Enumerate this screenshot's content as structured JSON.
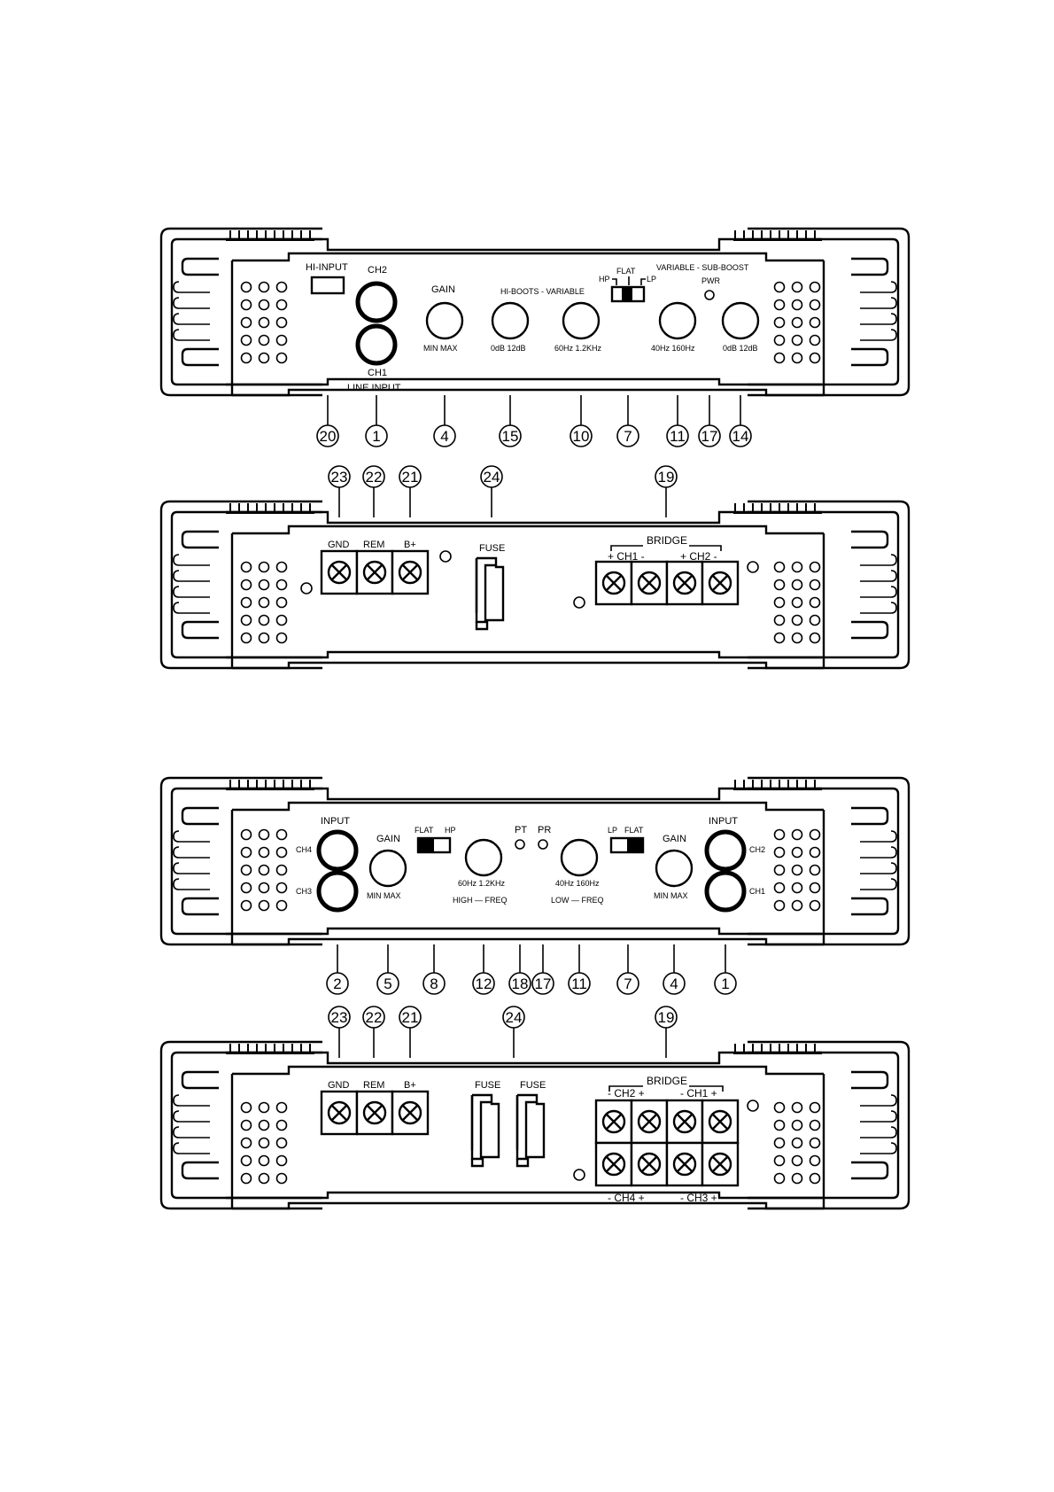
{
  "panel1": {
    "hi_input": "HI-INPUT",
    "ch2": "CH2",
    "ch1": "CH1",
    "line_input": "LINE INPUT",
    "gain": "GAIN",
    "min_max": "MIN   MAX",
    "hi_boots": "HI-BOOTS - VARIABLE",
    "hb_range1": "0dB  12dB",
    "hb_range2": "60Hz   1.2KHz",
    "hp": "HP",
    "flat": "FLAT",
    "lp": "LP",
    "sub_boost": "VARIABLE - SUB-BOOST",
    "pwr": "PWR",
    "sb_range1": "40Hz   160Hz",
    "sb_range2": "0dB  12dB",
    "callouts": [
      "20",
      "1",
      "4",
      "15",
      "10",
      "7",
      "11",
      "17",
      "14"
    ]
  },
  "panel2": {
    "callouts": [
      "23",
      "22",
      "21",
      "24",
      "19"
    ],
    "gnd": "GND",
    "rem": "REM",
    "bplus": "B+",
    "fuse": "FUSE",
    "bridge": "BRIDGE",
    "ch1": "+ CH1 -",
    "ch2": "+ CH2 -"
  },
  "panel3": {
    "input_l": "INPUT",
    "ch4": "CH4",
    "ch3": "CH3",
    "gain_l": "GAIN",
    "minmax_l": "MIN   MAX",
    "flat_l": "FLAT",
    "hp_l": "HP",
    "pt": "PT",
    "pr": "PR",
    "range_high": "60Hz   1.2KHz",
    "high_freq": "HIGH — FREQ",
    "range_low": "40Hz   160Hz",
    "low_freq": "LOW — FREQ",
    "lp_r": "LP",
    "flat_r": "FLAT",
    "gain_r": "GAIN",
    "minmax_r": "MIN   MAX",
    "input_r": "INPUT",
    "ch2": "CH2",
    "ch1": "CH1",
    "callouts": [
      "2",
      "5",
      "8",
      "12",
      "18",
      "17",
      "11",
      "7",
      "4",
      "1"
    ]
  },
  "panel4": {
    "callouts": [
      "23",
      "22",
      "21",
      "24",
      "19"
    ],
    "gnd": "GND",
    "rem": "REM",
    "bplus": "B+",
    "fuse1": "FUSE",
    "fuse2": "FUSE",
    "bridge": "BRIDGE",
    "top_ch2": "-  CH2  +",
    "top_ch1": "-  CH1  +",
    "bot_ch4": "-  CH4  +",
    "bot_ch3": "-  CH3  +"
  }
}
